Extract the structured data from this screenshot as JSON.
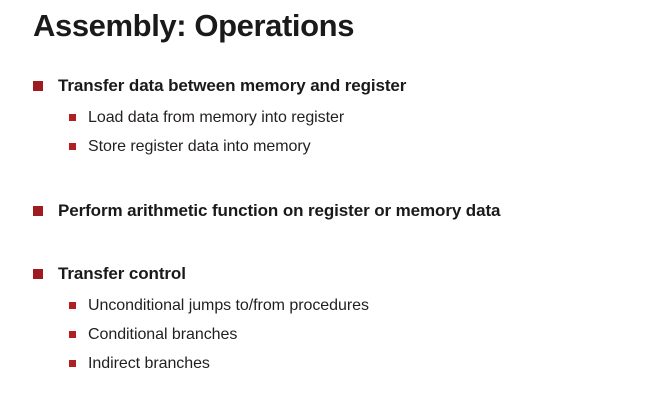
{
  "slide": {
    "title": "Assembly: Operations",
    "theme": {
      "background": "#ffffff",
      "title_color": "#1a1a1a",
      "text_color": "#231f20",
      "level1_bullet_color": "#9e1b20",
      "level2_bullet_color": "#b01f24"
    },
    "groups": [
      {
        "heading": "Transfer data between memory and register",
        "bullet_icon": "square-bullet-icon",
        "items": [
          {
            "text": "Load data from memory into register",
            "bullet_icon": "small-square-bullet-icon"
          },
          {
            "text": "Store register data into memory",
            "bullet_icon": "small-square-bullet-icon"
          }
        ]
      },
      {
        "heading": "Perform arithmetic function on register or memory data",
        "bullet_icon": "square-bullet-icon",
        "items": []
      },
      {
        "heading": "Transfer control",
        "bullet_icon": "square-bullet-icon",
        "items": [
          {
            "text": "Unconditional jumps to/from procedures",
            "bullet_icon": "small-square-bullet-icon"
          },
          {
            "text": "Conditional branches",
            "bullet_icon": "small-square-bullet-icon"
          },
          {
            "text": "Indirect branches",
            "bullet_icon": "small-square-bullet-icon"
          }
        ]
      }
    ]
  }
}
